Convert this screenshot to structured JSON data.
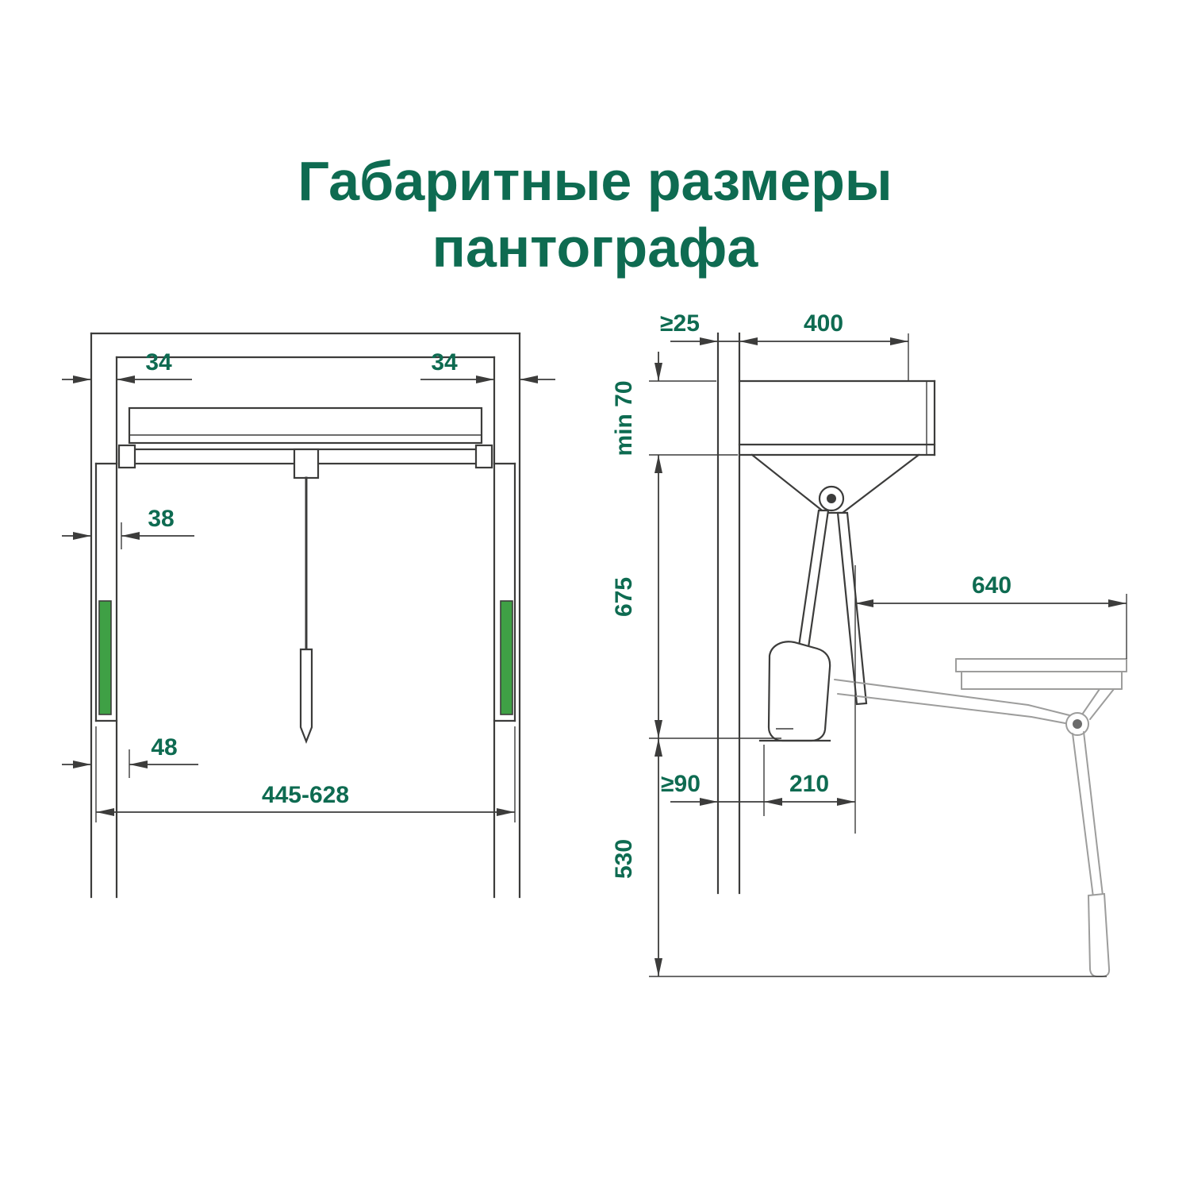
{
  "title": {
    "line1": "Габаритные размеры",
    "line2": "пантографа"
  },
  "colors": {
    "accent_green": "#3FA045",
    "text_green": "#0E6B51",
    "line": "#3C3C3B",
    "ghost": "#9D9D9C"
  },
  "front_view": {
    "dims": {
      "top_left": "34",
      "top_right": "34",
      "rail_width": "38",
      "bottom_offset": "48",
      "width_range": "445-628"
    }
  },
  "side_view": {
    "dims": {
      "wall_gap": "≥25",
      "top_depth": "400",
      "min_clearance": "min 70",
      "lift_height": "675",
      "extension": "640",
      "wall_offset": "≥90",
      "base_depth": "210",
      "drop_height": "530"
    }
  }
}
